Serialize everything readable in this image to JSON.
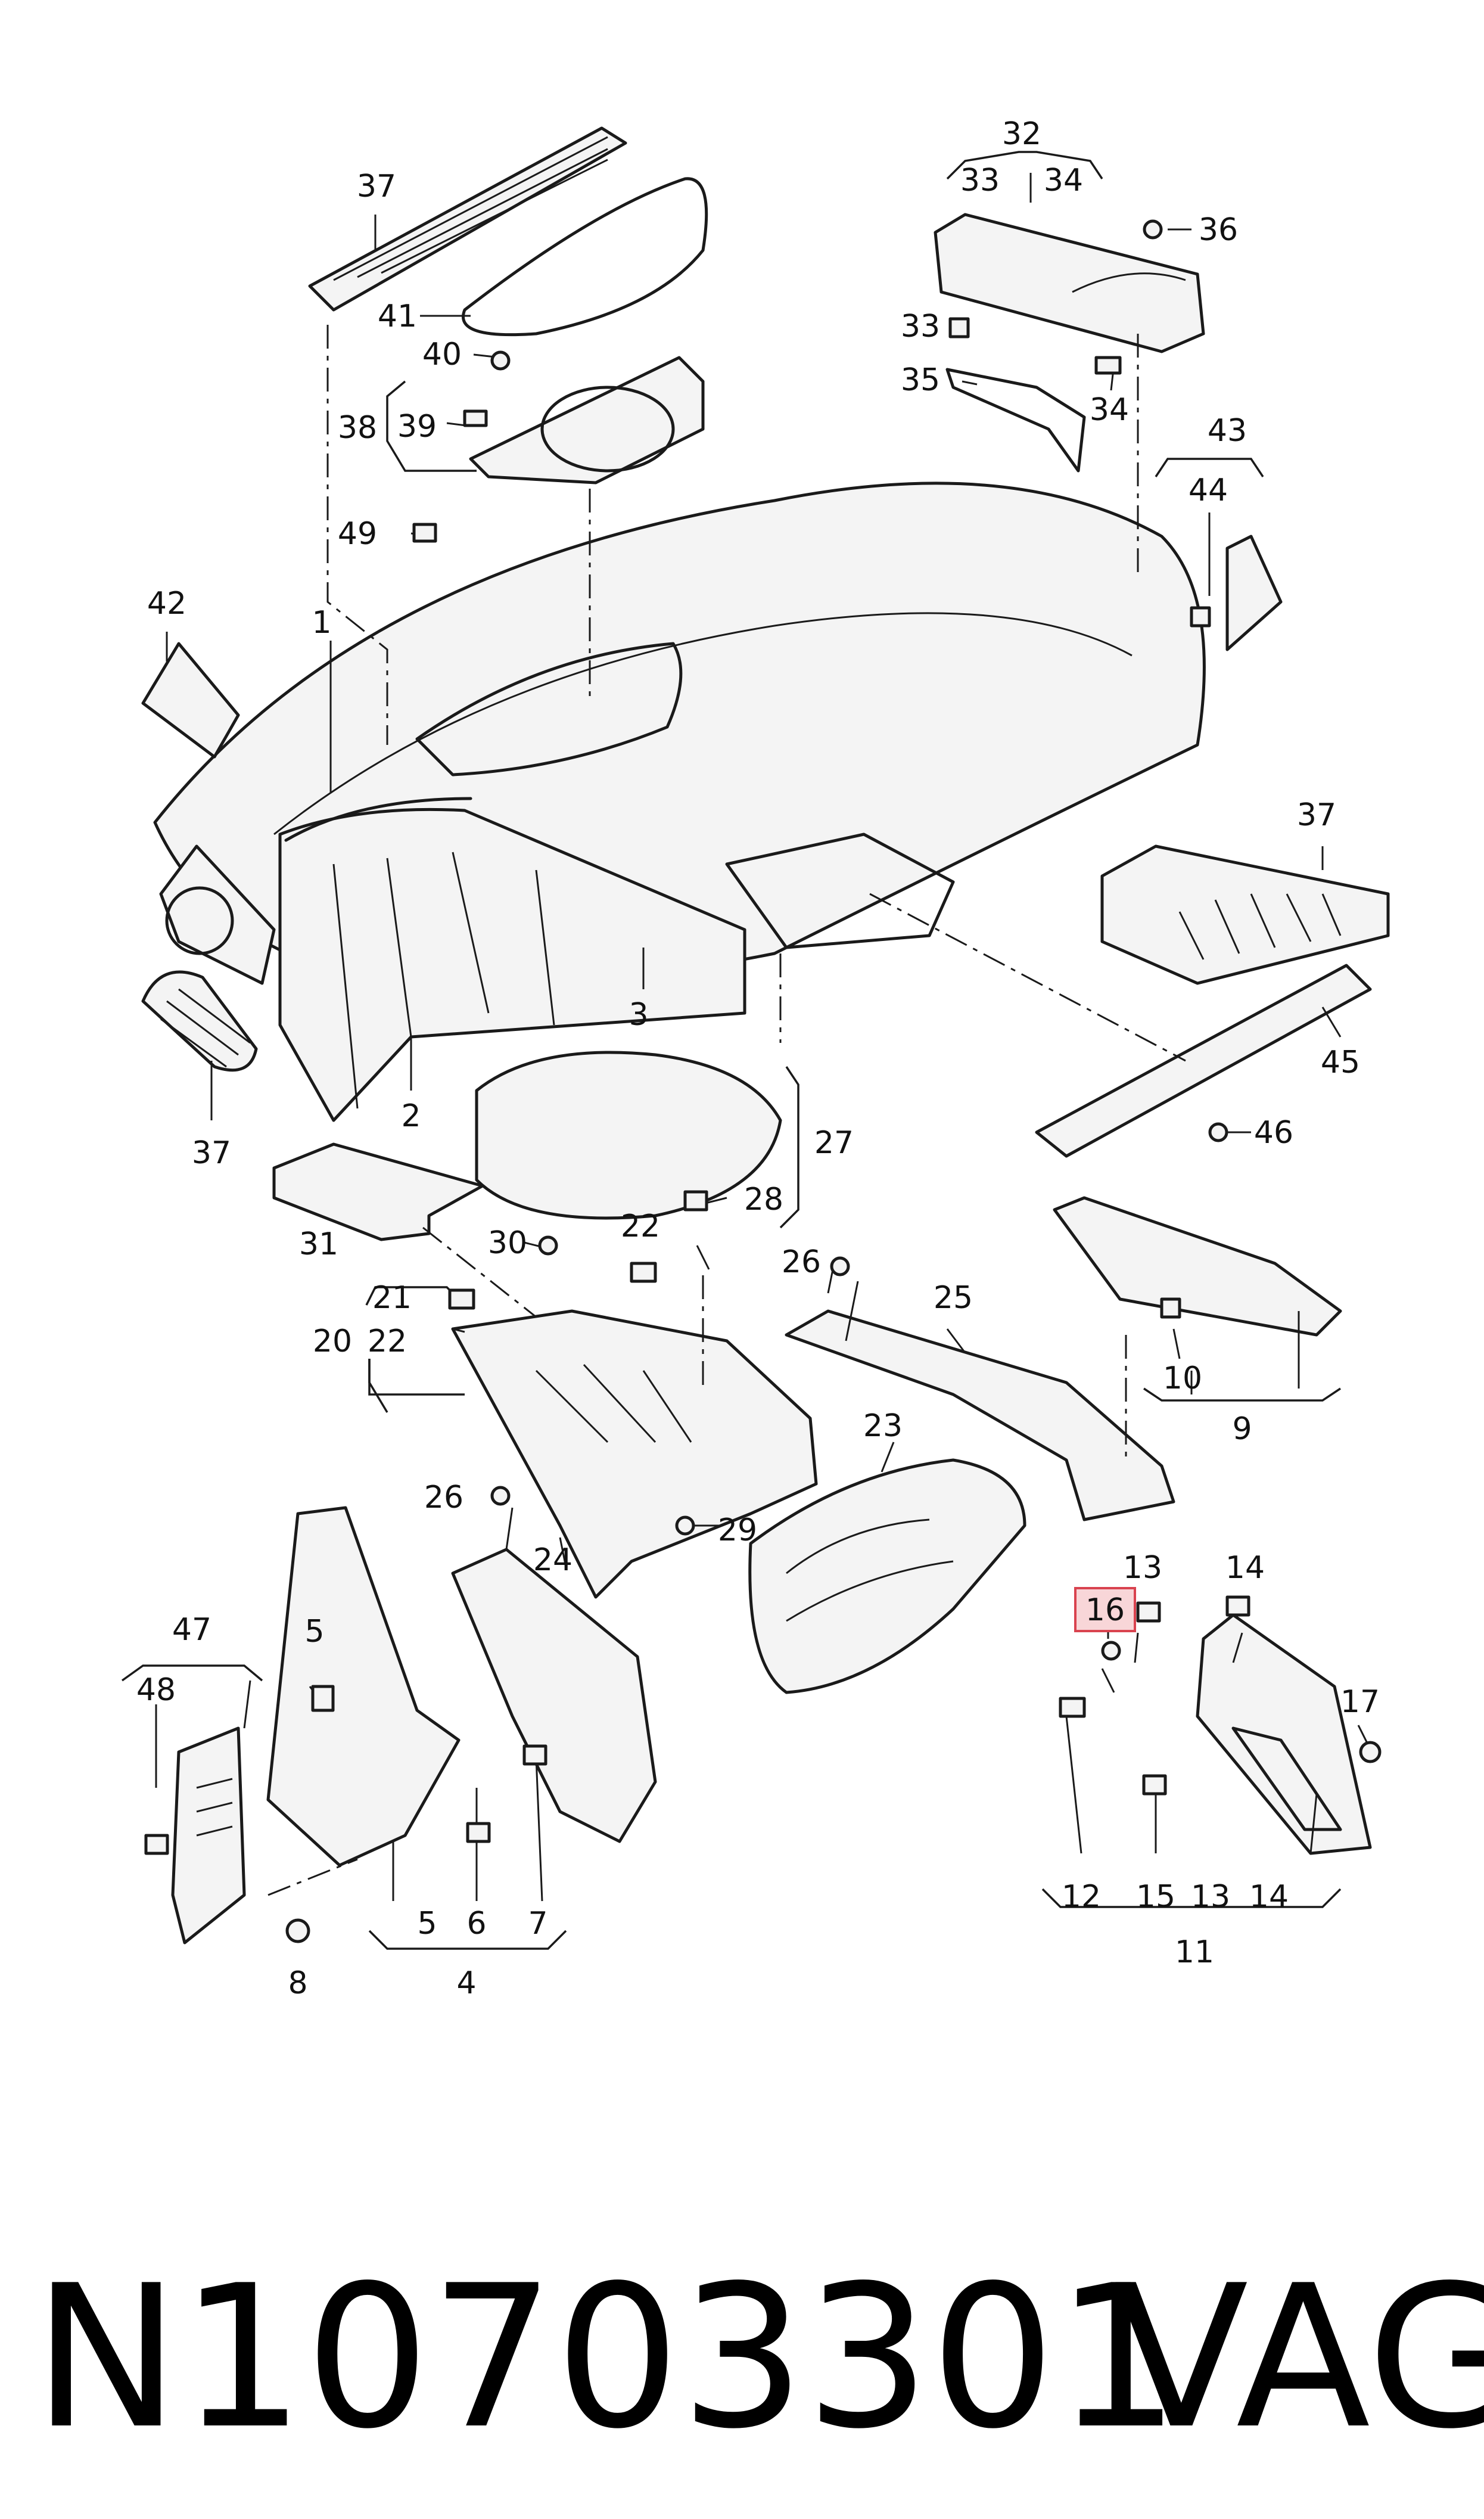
{
  "diagram": {
    "highlighted_callout": "16",
    "highlight_color": "#d9434f"
  },
  "callouts": [
    {
      "id": "c1",
      "text": "1"
    },
    {
      "id": "c2",
      "text": "2"
    },
    {
      "id": "c3",
      "text": "3"
    },
    {
      "id": "c4",
      "text": "4"
    },
    {
      "id": "c5a",
      "text": "5"
    },
    {
      "id": "c5b",
      "text": "5"
    },
    {
      "id": "c6",
      "text": "6"
    },
    {
      "id": "c7",
      "text": "7"
    },
    {
      "id": "c8",
      "text": "8"
    },
    {
      "id": "c9",
      "text": "9"
    },
    {
      "id": "c10",
      "text": "10"
    },
    {
      "id": "c11",
      "text": "11"
    },
    {
      "id": "c12",
      "text": "12"
    },
    {
      "id": "c13a",
      "text": "13"
    },
    {
      "id": "c13b",
      "text": "13"
    },
    {
      "id": "c14a",
      "text": "14"
    },
    {
      "id": "c14b",
      "text": "14"
    },
    {
      "id": "c15",
      "text": "15"
    },
    {
      "id": "c16",
      "text": "16"
    },
    {
      "id": "c17",
      "text": "17"
    },
    {
      "id": "c20",
      "text": "20"
    },
    {
      "id": "c21",
      "text": "21"
    },
    {
      "id": "c22a",
      "text": "22"
    },
    {
      "id": "c22b",
      "text": "22"
    },
    {
      "id": "c23",
      "text": "23"
    },
    {
      "id": "c24",
      "text": "24"
    },
    {
      "id": "c25",
      "text": "25"
    },
    {
      "id": "c26a",
      "text": "26"
    },
    {
      "id": "c26b",
      "text": "26"
    },
    {
      "id": "c27",
      "text": "27"
    },
    {
      "id": "c28",
      "text": "28"
    },
    {
      "id": "c29",
      "text": "29"
    },
    {
      "id": "c30",
      "text": "30"
    },
    {
      "id": "c31",
      "text": "31"
    },
    {
      "id": "c32",
      "text": "32"
    },
    {
      "id": "c33a",
      "text": "33"
    },
    {
      "id": "c33b",
      "text": "33"
    },
    {
      "id": "c34a",
      "text": "34"
    },
    {
      "id": "c34b",
      "text": "34"
    },
    {
      "id": "c35",
      "text": "35"
    },
    {
      "id": "c36",
      "text": "36"
    },
    {
      "id": "c37a",
      "text": "37"
    },
    {
      "id": "c37b",
      "text": "37"
    },
    {
      "id": "c37c",
      "text": "37"
    },
    {
      "id": "c38",
      "text": "38"
    },
    {
      "id": "c39",
      "text": "39"
    },
    {
      "id": "c40",
      "text": "40"
    },
    {
      "id": "c41",
      "text": "41"
    },
    {
      "id": "c42",
      "text": "42"
    },
    {
      "id": "c43",
      "text": "43"
    },
    {
      "id": "c44",
      "text": "44"
    },
    {
      "id": "c45",
      "text": "45"
    },
    {
      "id": "c46",
      "text": "46"
    },
    {
      "id": "c47",
      "text": "47"
    },
    {
      "id": "c48",
      "text": "48"
    },
    {
      "id": "c49",
      "text": "49"
    }
  ],
  "footer": {
    "part_number": "N10703301",
    "brand": "VAG"
  }
}
